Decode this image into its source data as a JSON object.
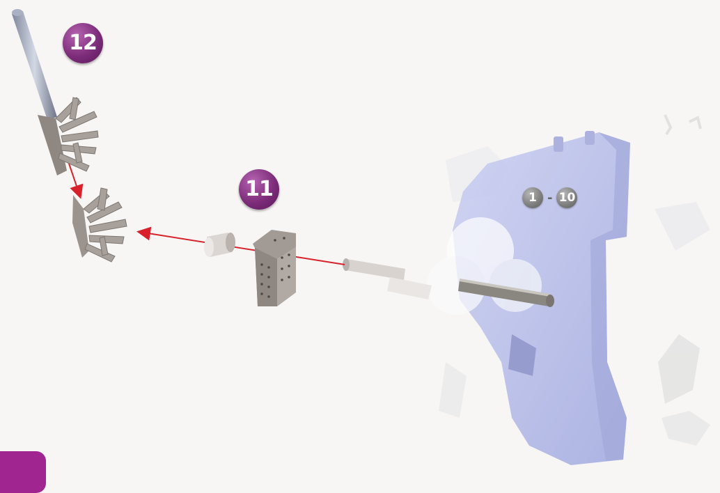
{
  "steps": {
    "step_12": "12",
    "step_11": "11",
    "range_start": "1",
    "range_separator": "-",
    "range_end": "10"
  },
  "colors": {
    "badge_purple": "#7d2d7a",
    "range_gray": "#7c7c7c",
    "arrow_red": "#d8212a",
    "handle_blue": "#a9b2e8",
    "part_gray": "#9c9490",
    "corner_tab": "#a02591"
  }
}
